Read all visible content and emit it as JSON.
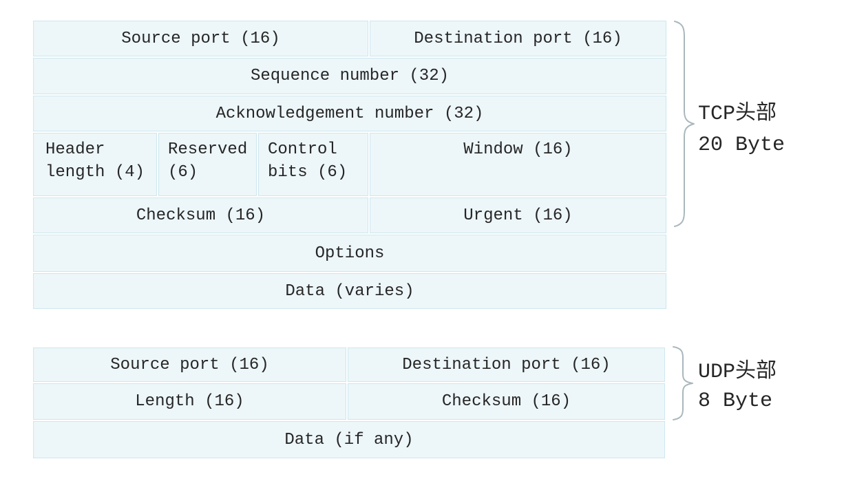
{
  "colors": {
    "page_bg": "#ffffff",
    "cell_bg": "#edf6f9",
    "cell_border": "#cde7ef",
    "text": "#262626",
    "brace": "#a9b7bd"
  },
  "tcp_header": {
    "cells": {
      "source_port": "Source port (16)",
      "destination_port": "Destination port (16)",
      "sequence_number": "Sequence number (32)",
      "acknowledgement_number": "Acknowledgement number (32)",
      "header_length": "Header length (4)",
      "reserved": "Reserved (6)",
      "control_bits": "Control bits (6)",
      "window": "Window (16)",
      "checksum": "Checksum (16)",
      "urgent": "Urgent (16)",
      "options": "Options",
      "data": "Data (varies)"
    },
    "brace_label": {
      "line1": "TCP头部",
      "line2": "20 Byte"
    }
  },
  "udp_header": {
    "cells": {
      "source_port": "Source port (16)",
      "destination_port": "Destination port (16)",
      "length": "Length (16)",
      "checksum": "Checksum (16)",
      "data": "Data (if any)"
    },
    "brace_label": {
      "line1": "UDP头部",
      "line2": "8 Byte"
    }
  }
}
